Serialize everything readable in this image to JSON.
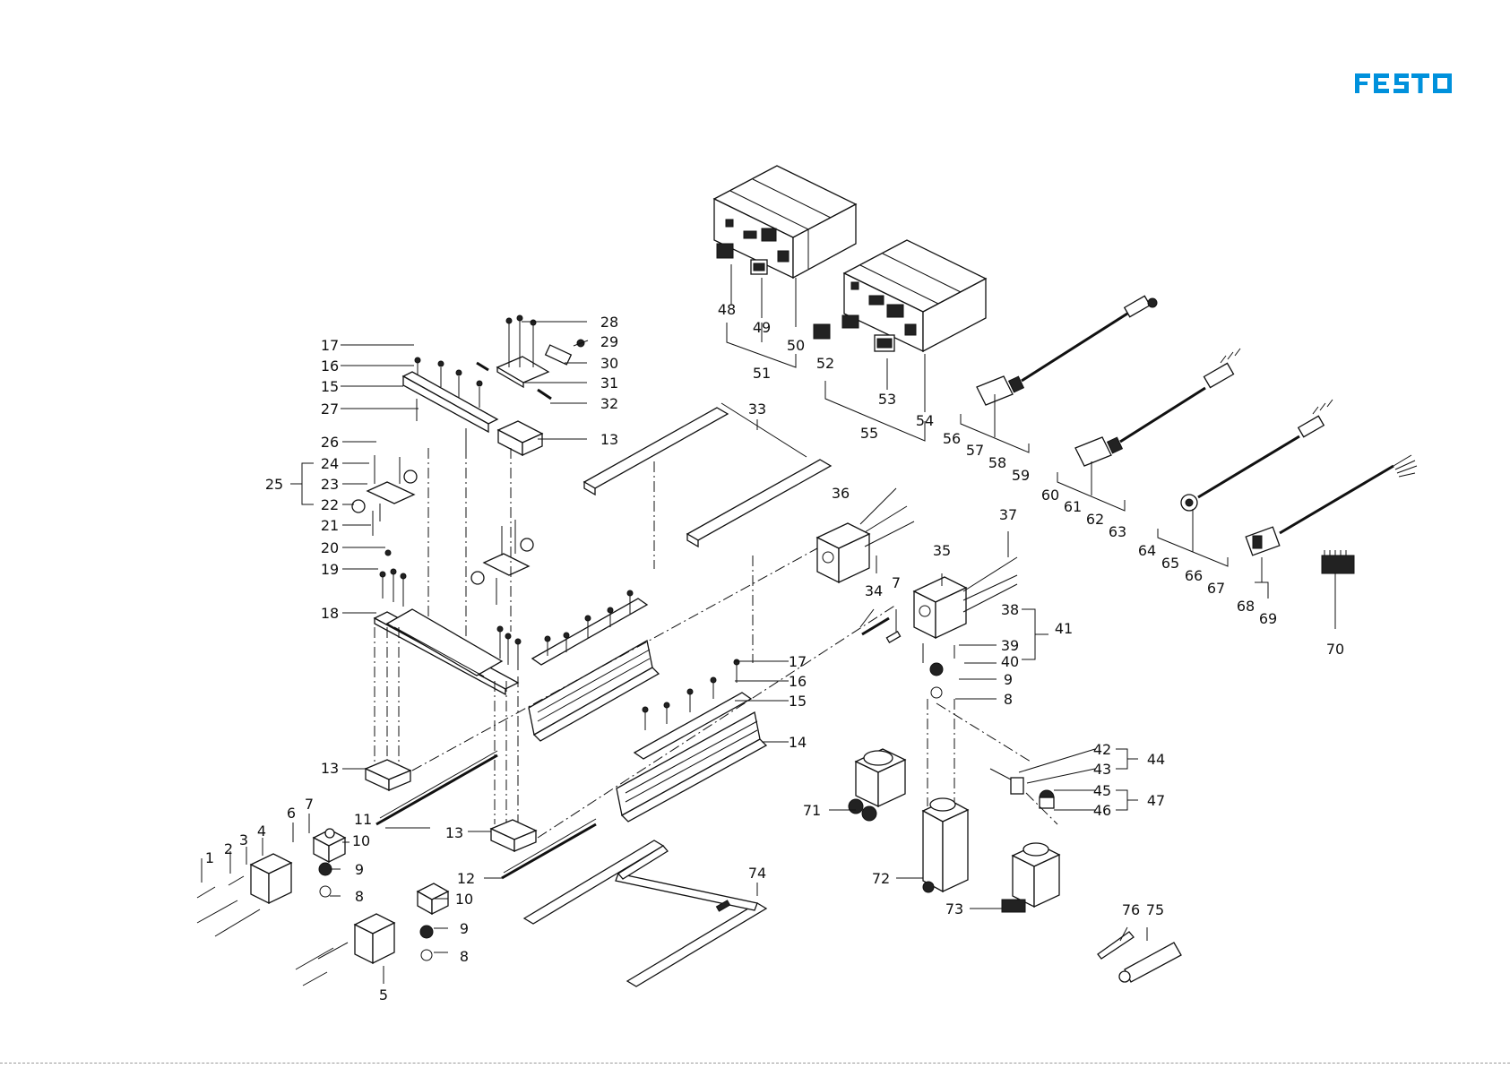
{
  "brand": {
    "name": "FESTO",
    "color": "#0091dc"
  },
  "labels": [
    "1",
    "2",
    "3",
    "4",
    "5",
    "6",
    "7",
    "8",
    "9",
    "10",
    "11",
    "12",
    "13",
    "14",
    "15",
    "16",
    "17",
    "18",
    "19",
    "20",
    "21",
    "22",
    "23",
    "24",
    "25",
    "26",
    "27",
    "28",
    "29",
    "30",
    "31",
    "32",
    "33",
    "34",
    "35",
    "36",
    "37",
    "38",
    "39",
    "40",
    "41",
    "42",
    "43",
    "44",
    "45",
    "46",
    "47",
    "48",
    "49",
    "50",
    "51",
    "52",
    "53",
    "54",
    "55",
    "56",
    "57",
    "58",
    "59",
    "60",
    "61",
    "62",
    "63",
    "64",
    "65",
    "66",
    "67",
    "68",
    "69",
    "70",
    "71",
    "72",
    "73",
    "74",
    "75",
    "76"
  ]
}
